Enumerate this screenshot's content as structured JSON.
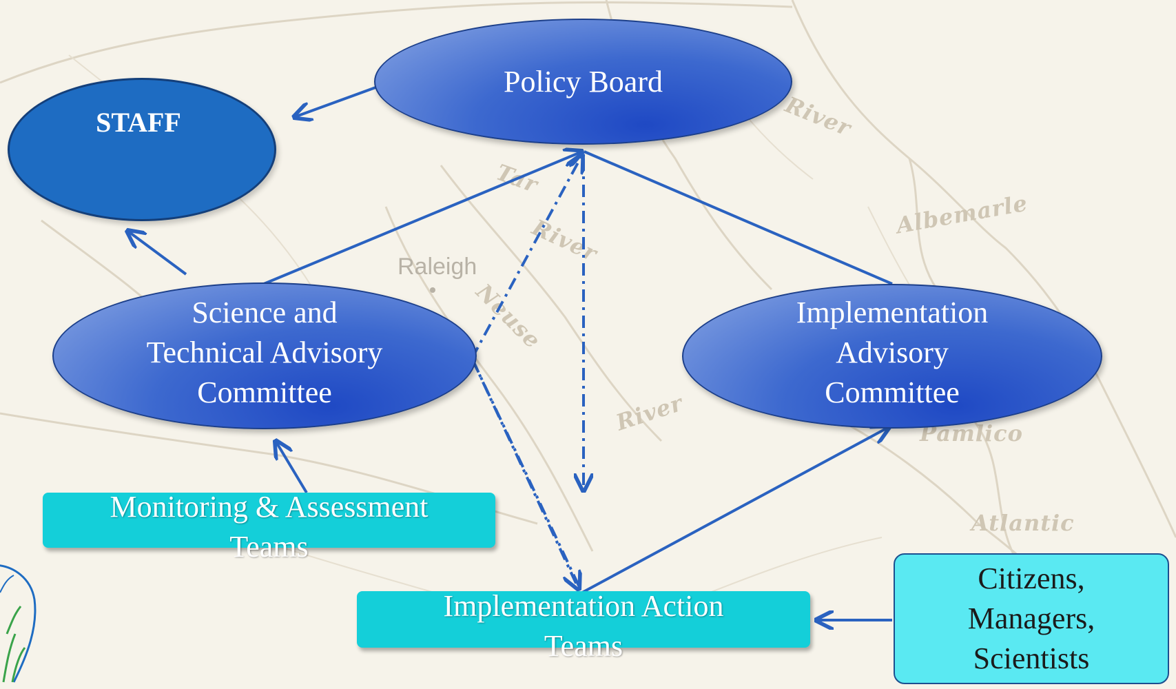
{
  "background": {
    "map_labels": [
      "River",
      "Albemarle",
      "River",
      "Pamlico",
      "Atlantic",
      "Tar",
      "River",
      "Neuse"
    ],
    "city": "Raleigh"
  },
  "nodes": {
    "policy_board": "Policy Board",
    "staff": "STAFF",
    "stac": "Science and\nTechnical Advisory\nCommittee",
    "iac": "Implementation\nAdvisory\nCommittee",
    "monitoring": "Monitoring & Assessment\nTeams",
    "iat": "Implementation Action\nTeams",
    "citizens": "Citizens,\nManagers,\nScientists"
  },
  "colors": {
    "arrow": "#2a62c0",
    "ellipse": "#2b56c8",
    "staff": "#1e6cc2",
    "teal_box": "#14cfd9",
    "citizens_box": "#5ae9f2"
  }
}
